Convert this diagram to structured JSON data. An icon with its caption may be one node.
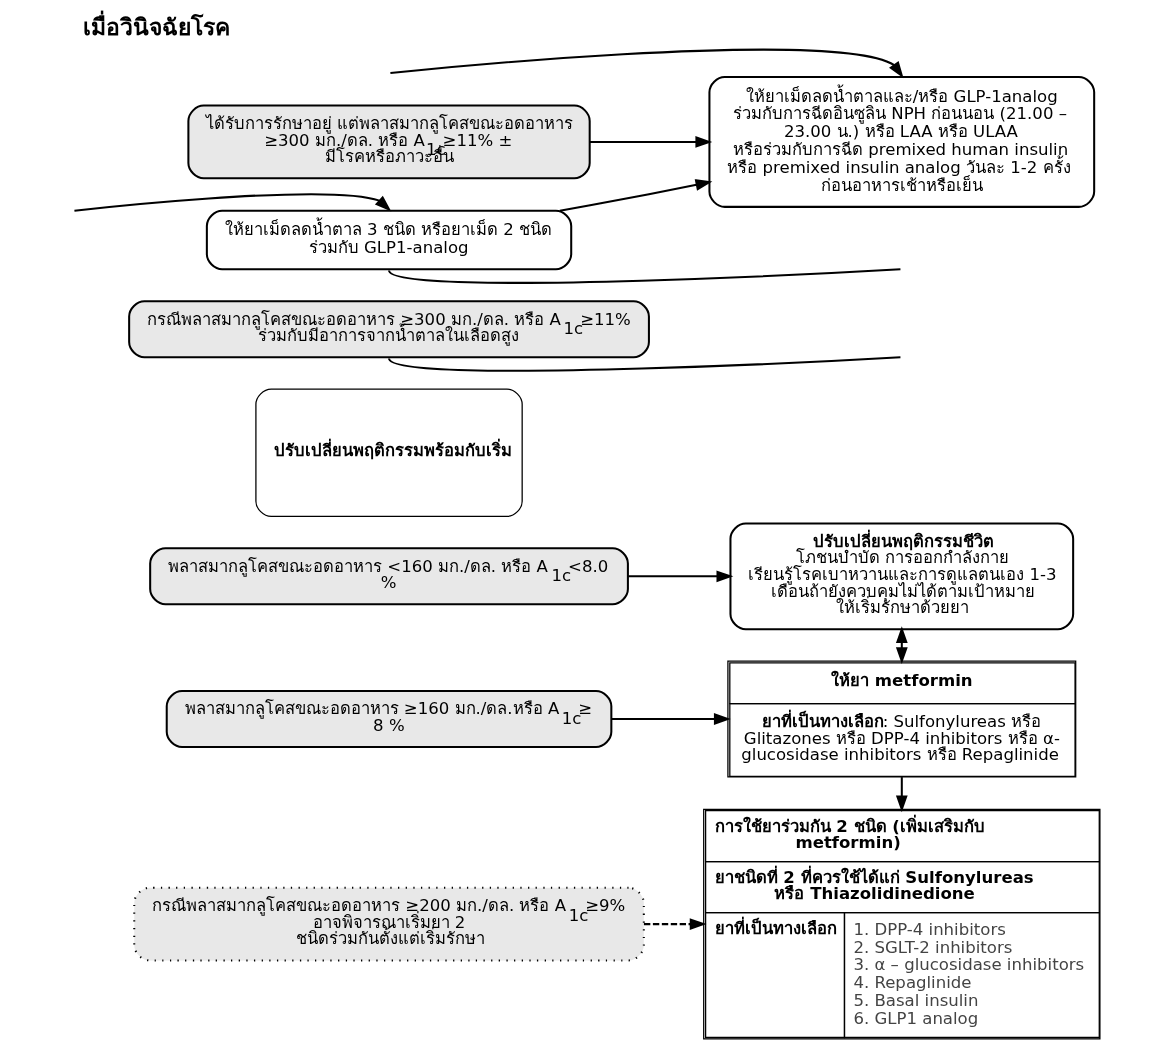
{
  "diagram": {
    "title": "เมื่อวินิจฉัยโรค",
    "nodes": [
      {
        "text": [
          "พลาสมากลูโคสขณะอดอาหาร <160 มก./ดล. หรือ A$_{1c}$<8.0 %"
        ]
      },
      {
        "text": [
          "ปรับเปลี่ยนพฤติกรรมชีวิต",
          "โภชนบำบัด การออกกำลังกาย เรียนรู้โรคเบาหวานและการดูแลตนเอง 1-3 เดือนถ้ายังควบคุมไม่ได้ตามเป้าหมาย ให้เริ่มรักษาด้วยยา"
        ]
      },
      {
        "text": [
          "พลาสมากลูโคสขณะอดอาหาร ≥160 มก./ดล.หรือ A$_{1c}$≥ 8 %"
        ]
      },
      {
        "text": [
          "ปรับเปลี่ยนพฤติกรรมพร้อมกับเริ่ม"
        ]
      },
      {
        "text": [
          "ให้ยา metformin",
          "**ยาที่เป็นทางเลือก**: Sulfonylureas หรือ Glitazones หรือ DPP-4 inhibitors หรือ α- glucosidase inhibitors หรือ Repaglinide"
        ]
      },
      {
        "text": [
          "กรณีพลาสมากลูโคสขณะอดอาหาร ≥200 มก./ดล. หรือ A$_{1c}$≥9% อาจพิจารณาเริ่มยา 2 ชนิดร่วมกันตั้งแต่เริ่มรักษา"
        ]
      },
      {
        "text": [
          "การใช้ยาร่วมกัน 2 ชนิด (เพิ่มเสริมกับ metformin)",
          "ยาชนิดที่ 2 ที่ควรใช้ได้แก่ Sulfonylureas หรือ Thiazolidinedione",
          "ยาที่เป็นทางเลือก",
          "1. DPP-4 inhibitors",
          "2. SGLT-2 inhibitors",
          "3. α – glucosidase inhibitors",
          "4. Repaglinide",
          "5. Basal insulin",
          "6. GLP1 analog"
        ]
      },
      {
        "text": [
          "กรณีพลาสมากลูโคสขณะอดอาหาร ≥300 มก./ดล. หรือ A$_{1c}$≥11% ร่วมกับมีอาการจากน้ำตาลในเลือดสูง"
        ]
      },
      {
        "text": [
          "ได้รับการรักษาอยู่ แต่พลาสมากลูโคสขณะอดอาหาร ≥300 มก./ดล. หรือ A$_{1c}$≥11% ± มีโรคหรือภาวะอื่น"
        ]
      },
      {
        "text": [
          "ให้ยาเม็ดลดน้ำตาลและ/หรือ GLP-1analog ร่วมกับการฉีดอินซูลิน NPH ก่อนนอน (21.00 – 23.00 น.) หรือ LAA หรือ ULAA หรือร่วมกับการฉีด premixed human insulin หรือ premixed insulin analog วันละ 1-2 ครั้ง ก่อนอาหารเช้าหรือเย็น"
        ]
      },
      {
        "text": [
          "ให้ยาเม็ดลดน้ำตาล 3 ชนิด หรือยาเม็ด 2 ชนิด ร่วมกับ GLP1-analog"
        ]
      }
    ],
    "edges": [
      {
        "from": 0,
        "to": 1,
        "arrow": "to"
      },
      {
        "from": 1,
        "to": 4,
        "arrow": "both"
      },
      {
        "from": 2,
        "to": 4,
        "arrow": "to"
      },
      {
        "from": 4,
        "to": 6,
        "arrow": "to"
      },
      {
        "from": 5,
        "to": 6,
        "arrow": "to",
        "style": "dashed"
      },
      {
        "from": 7,
        "to": null,
        "arrow": "none"
      },
      {
        "from": null,
        "to": 9,
        "arrow": "to"
      },
      {
        "from": 10,
        "to": null,
        "arrow": "none"
      },
      {
        "from": 8,
        "to": 9,
        "arrow": "to"
      },
      {
        "from": 10,
        "to": 9,
        "arrow": "to"
      },
      {
        "from": null,
        "to": 10,
        "arrow": "to"
      }
    ]
  }
}
